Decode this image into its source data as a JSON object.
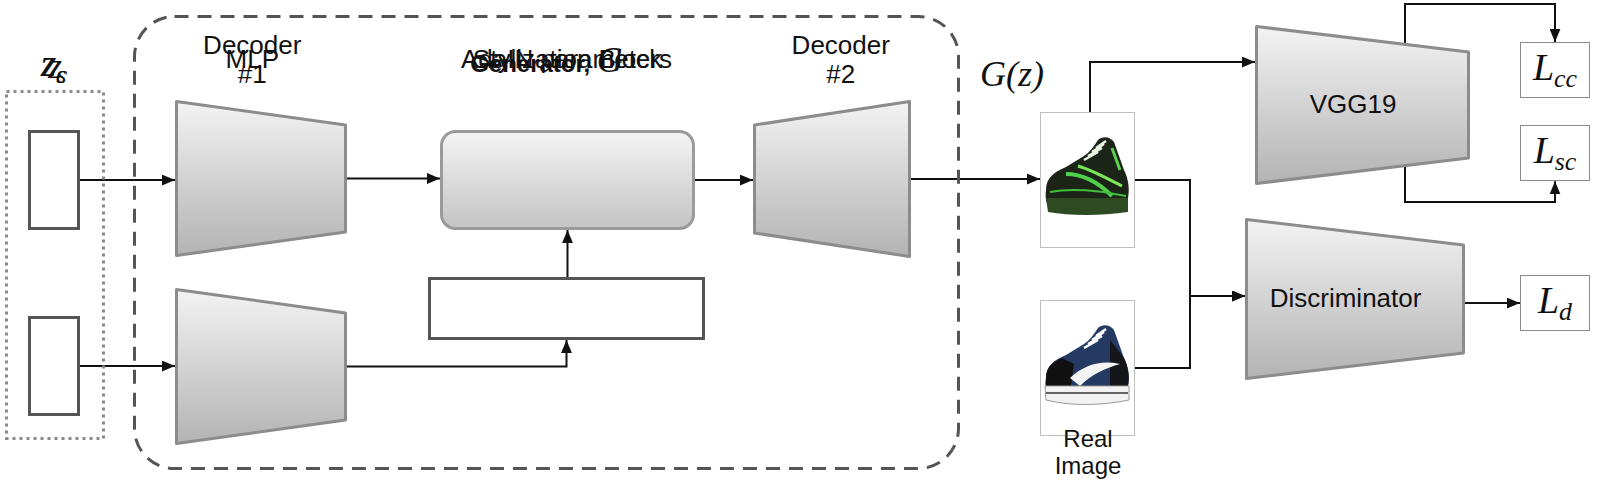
{
  "diagram": {
    "nodes": [
      {
        "text": [
          "z"
        ]
      },
      {
        "text": [
          "zc"
        ],
        "in": 0
      },
      {
        "text": [
          "zs"
        ],
        "in": 0
      },
      {
        "text": [
          "Generator, G"
        ]
      },
      {
        "text": [
          "Decoder #1"
        ],
        "in": 3
      },
      {
        "text": [
          "Stylization Block"
        ],
        "in": 3
      },
      {
        "text": [
          "Decoder #2"
        ],
        "in": 3
      },
      {
        "text": [
          "MLP"
        ],
        "in": 3
      },
      {
        "text": [
          "AdaIN parameters"
        ],
        "in": 3
      },
      {
        "text": [
          "G(z)"
        ]
      },
      {
        "text": [
          "Real Image"
        ]
      },
      {
        "text": [
          "VGG19"
        ]
      },
      {
        "text": [
          "Lcc"
        ]
      },
      {
        "text": [
          "Lsc"
        ]
      },
      {
        "text": [
          "Discriminator"
        ]
      },
      {
        "text": [
          "Ld"
        ]
      }
    ],
    "edges": [
      {
        "from": 1,
        "to": 4,
        "arrow": "to"
      },
      {
        "from": 4,
        "to": 5,
        "arrow": "to"
      },
      {
        "from": 5,
        "to": 6,
        "arrow": "to"
      },
      {
        "from": 6,
        "to": 9,
        "arrow": "to"
      },
      {
        "from": 2,
        "to": 7,
        "arrow": "to"
      },
      {
        "from": 7,
        "to": 8,
        "arrow": "to"
      },
      {
        "from": 8,
        "to": 5,
        "arrow": "to"
      },
      {
        "from": 9,
        "to": 11,
        "arrow": "to"
      },
      {
        "from": 11,
        "to": 12,
        "arrow": "to"
      },
      {
        "from": 11,
        "to": 13,
        "arrow": "to"
      },
      {
        "from": 9,
        "to": 14,
        "arrow": "to"
      },
      {
        "from": 10,
        "to": 14,
        "arrow": "to"
      },
      {
        "from": 14,
        "to": 15,
        "arrow": "to"
      }
    ]
  }
}
